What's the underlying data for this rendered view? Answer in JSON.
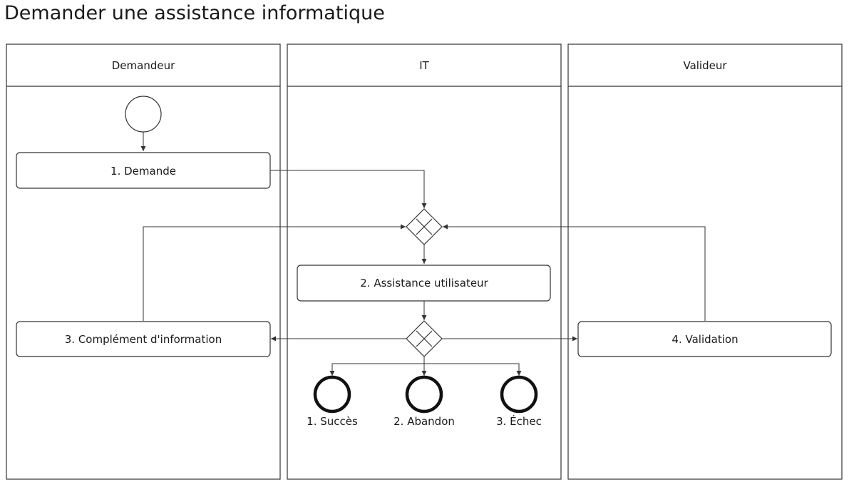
{
  "title": "Demander une assistance informatique",
  "lanes": [
    {
      "label": "Demandeur"
    },
    {
      "label": "IT"
    },
    {
      "label": "Valideur"
    }
  ],
  "tasks": {
    "demande": "1. Demande",
    "assistance": "2. Assistance utilisateur",
    "complement": "3. Complément d'information",
    "validation": "4. Validation"
  },
  "end_events": [
    {
      "label": "1. Succès"
    },
    {
      "label": "2. Abandon"
    },
    {
      "label": "3. Échec"
    }
  ],
  "gateways": [
    {
      "type": "exclusive",
      "icon": "x-marker"
    },
    {
      "type": "exclusive",
      "icon": "x-marker"
    }
  ],
  "colors": {
    "stroke": "#333333",
    "fill": "#ffffff",
    "text": "#1a1a1a"
  }
}
